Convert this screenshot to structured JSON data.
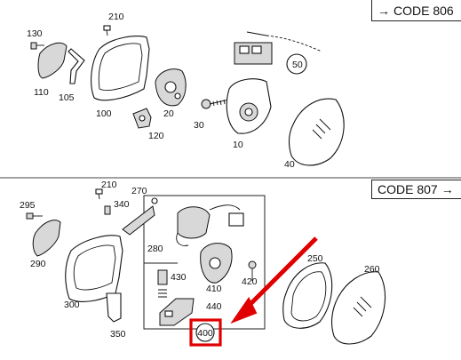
{
  "header_top": {
    "arrow": "→",
    "code": "CODE 806"
  },
  "header_bottom": {
    "code": "CODE 807",
    "arrow": "→"
  },
  "top_parts": [
    "210",
    "130",
    "110",
    "105",
    "100",
    "20",
    "120",
    "30",
    "10",
    "50",
    "40"
  ],
  "bottom_parts": [
    "210",
    "295",
    "340",
    "270",
    "290",
    "280",
    "300",
    "430",
    "410",
    "420",
    "440",
    "350",
    "400",
    "250",
    "260"
  ],
  "highlight": {
    "part": "400",
    "color": "#e00000"
  }
}
